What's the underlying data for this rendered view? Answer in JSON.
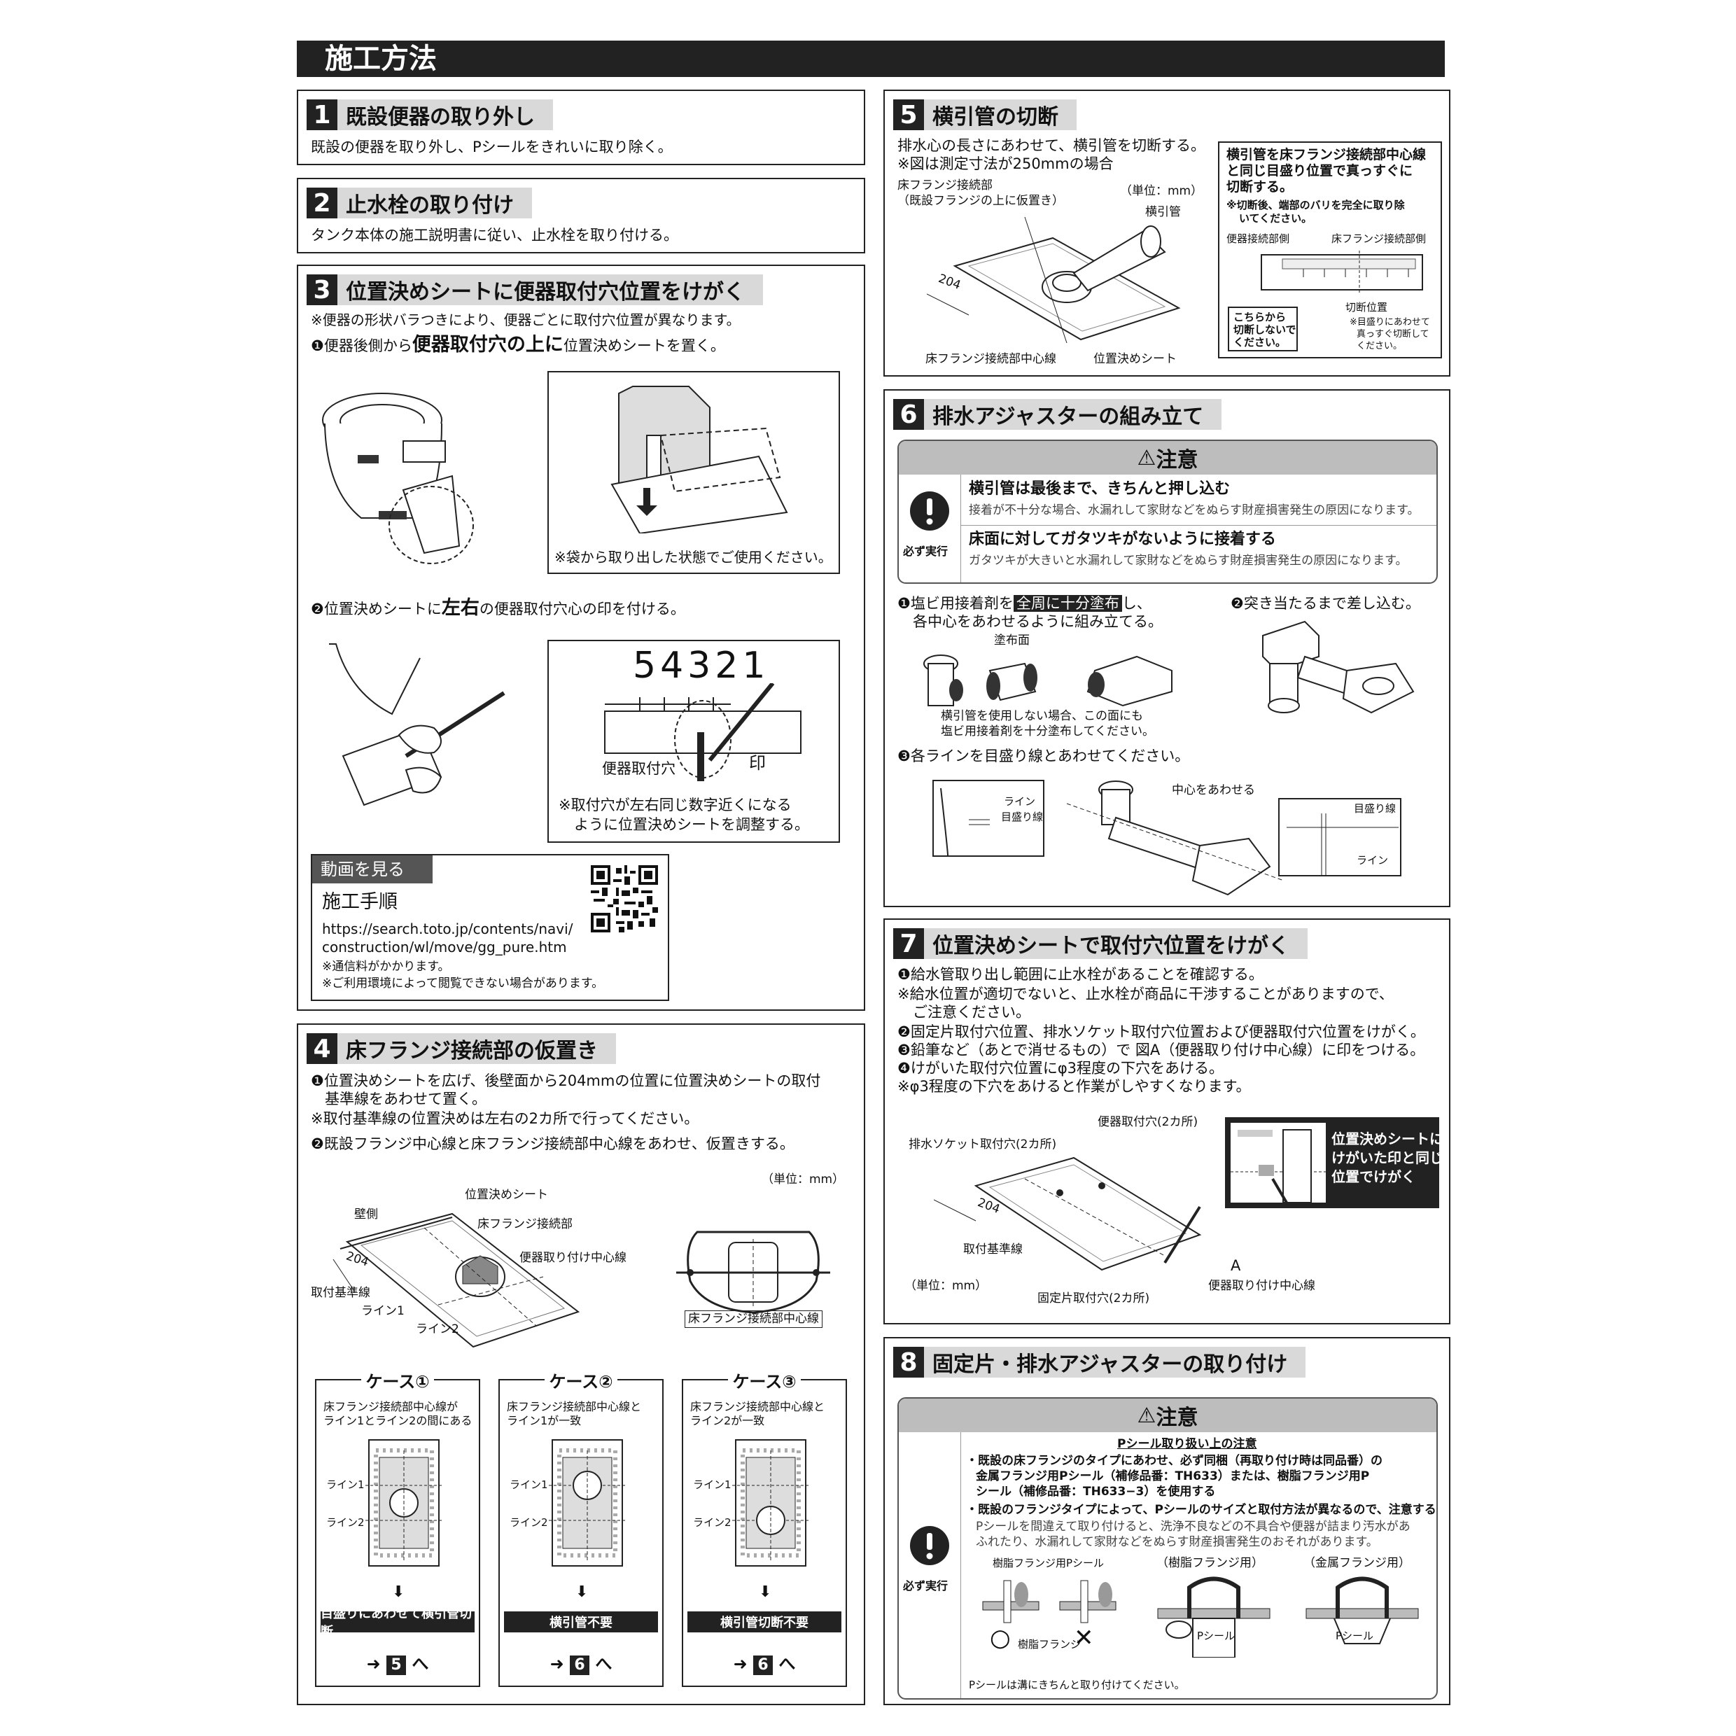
{
  "page_title": "施工方法",
  "s1": {
    "num": "1",
    "title": "既設便器の取り外し",
    "text": "既設の便器を取り外し、Pシールをきれいに取り除く。"
  },
  "s2": {
    "num": "2",
    "title": "止水栓の取り付け",
    "text": "タンク本体の施工説明書に従い、止水栓を取り付ける。"
  },
  "s3": {
    "num": "3",
    "title": "位置決めシートに便器取付穴位置をけがく",
    "note": "※便器の形状バラつきにより、便器ごとに取付穴位置が異なります。",
    "step1_pre": "❶便器後側から",
    "step1_bold": "便器取付穴の上に",
    "step1_post": "位置決めシートを置く。",
    "fig1_caption": "※袋から取り出した状態でご使用ください。",
    "step2_pre": "❷位置決めシートに",
    "step2_bold": "左右",
    "step2_post": "の便器取付穴心の印を付ける。",
    "fig2_numbers": "54321",
    "fig2_hole": "便器取付穴",
    "fig2_mark": "印",
    "fig2_note1": "※取付穴が左右同じ数字近くになる",
    "fig2_note2": "ように位置決めシートを調整する。",
    "video_header": "動画を見る",
    "video_title": "施工手順",
    "video_url1": "https://search.toto.jp/contents/navi/",
    "video_url2": "construction/wl/move/gg_pure.htm",
    "video_note1": "※通信料がかかります。",
    "video_note2": "※ご利用環境によって閲覧できない場合があります。"
  },
  "s4": {
    "num": "4",
    "title": "床フランジ接続部の仮置き",
    "step1a": "❶位置決めシートを広げ、後壁面から204mmの位置に位置決めシートの取付",
    "step1b": "基準線をあわせて置く。",
    "note": "※取付基準線の位置決めは左右の2カ所で行ってください。",
    "step2": "❷既設フランジ中心線と床フランジ接続部中心線をあわせ、仮置きする。",
    "unit": "（単位：mm）",
    "labels": {
      "sheet": "位置決めシート",
      "wall": "壁側",
      "flange": "床フランジ接続部",
      "dim": "204",
      "center": "便器取り付け中心線",
      "base": "取付基準線",
      "line1": "ライン1",
      "line2": "ライン2",
      "flange_center": "床フランジ接続部中心線"
    },
    "cases": [
      {
        "label": "ケース①",
        "desc1": "床フランジ接続部中心線が",
        "desc2": "ライン1とライン2の間にある",
        "line1": "ライン1",
        "line2": "ライン2",
        "action": "目盛りにあわせて横引管切断",
        "goto": "5",
        "suffix": "へ"
      },
      {
        "label": "ケース②",
        "desc1": "床フランジ接続部中心線と",
        "desc2": "ライン1が一致",
        "line1": "ライン1",
        "line2": "ライン2",
        "action": "横引管不要",
        "goto": "6",
        "suffix": "へ"
      },
      {
        "label": "ケース③",
        "desc1": "床フランジ接続部中心線と",
        "desc2": "ライン2が一致",
        "line1": "ライン1",
        "line2": "ライン2",
        "action": "横引管切断不要",
        "goto": "6",
        "suffix": "へ"
      }
    ]
  },
  "s5": {
    "num": "5",
    "title": "横引管の切断",
    "text1": "排水心の長さにあわせて、横引管を切断する。",
    "text2": "※図は測定寸法が250mmの場合",
    "label_flange1": "床フランジ接続部",
    "label_flange2": "（既設フランジの上に仮置き）",
    "unit": "（単位：mm）",
    "label_pipe": "横引管",
    "dim": "204",
    "label_center": "床フランジ接続部中心線",
    "label_sheet": "位置決めシート",
    "inset1": "横引管を床フランジ接続部中心線",
    "inset2": "と同じ目盛り位置で真っすぐに",
    "inset3": "切断する。",
    "inset_note1": "※切断後、端部のバリを完全に取り除",
    "inset_note2": "いてください。",
    "inset_left": "便器接続部側",
    "inset_right": "床フランジ接続部側",
    "inset_box1": "こちらから",
    "inset_box2": "切断しないで",
    "inset_box3": "ください。",
    "cut_label": "切断位置",
    "cut_note1": "※目盛りにあわせて",
    "cut_note2": "真っすぐ切断して",
    "cut_note3": "ください。"
  },
  "s6": {
    "num": "6",
    "title": "排水アジャスターの組み立て",
    "caution_title": "注意",
    "must": "必ず実行",
    "c1_bold": "横引管は最後まで、きちんと押し込む",
    "c1_text": "接着が不十分な場合、水漏れして家財などをぬらす財産損害発生の原因になります。",
    "c2_bold": "床面に対してガタツキがないように接着する",
    "c2_text": "ガタツキが大きいと水漏れして家財などをぬらす財産損害発生の原因になります。",
    "step1_pre": "❶塩ビ用接着剤を",
    "step1_hl": "全周に十分塗布",
    "step1_post": "し、",
    "step1b": "各中心をあわせるように組み立てる。",
    "label_coat": "塗布面",
    "note1": "横引管を使用しない場合、この面にも",
    "note2": "塩ビ用接着剤を十分塗布してください。",
    "step2": "❷突き当たるまで差し込む。",
    "step3": "❸各ラインを目盛り線とあわせてください。",
    "label_line": "ライン",
    "label_scale": "目盛り線",
    "label_center": "中心をあわせる"
  },
  "s7": {
    "num": "7",
    "title": "位置決めシートで取付穴位置をけがく",
    "l1": "❶給水管取り出し範囲に止水栓があることを確認する。",
    "l2": "※給水位置が適切でないと、止水栓が商品に干渉することがありますので、",
    "l3": "ご注意ください。",
    "l4": "❷固定片取付穴位置、排水ソケット取付穴位置および便器取付穴位置をけがく。",
    "l5": "❸鉛筆など（あとで消せるもの）で 図A（便器取り付け中心線）に印をつける。",
    "l6": "❹けがいた取付穴位置にφ3程度の下穴をあける。",
    "l7": "※φ3程度の下穴をあけると作業がしやすくなります。",
    "label_hole": "便器取付穴(2カ所)",
    "label_socket": "排水ソケット取付穴(2カ所)",
    "dim": "204",
    "label_base": "取付基準線",
    "label_A": "A",
    "label_center": "便器取り付け中心線",
    "unit": "（単位：mm）",
    "label_fix": "固定片取付穴(2カ所)",
    "inset1": "位置決めシートに",
    "inset2": "けがいた印と同じ",
    "inset3": "位置でけがく"
  },
  "s8": {
    "num": "8",
    "title": "固定片・排水アジャスターの取り付け",
    "caution_title": "注意",
    "must": "必ず実行",
    "sub": "Pシール取り扱い上の注意",
    "b1a": "・既設の床フランジのタイプにあわせ、必ず同梱（再取り付け時は同品番）の",
    "b1b": "金属フランジ用Pシール（補修品番：TH633）または、樹脂フランジ用P",
    "b1c": "シール（補修品番：TH633−3）を使用する",
    "b2": "・既設のフランジタイプによって、Pシールのサイズと取付方法が異なるので、注意する",
    "b2a": "Pシールを間違えて取り付けると、洗浄不良などの不具合や便器が詰まり汚水があ",
    "b2b": "ふれたり、水漏れして家財などをぬらす財産損害発生のおそれがあります。",
    "fig_resin_p": "樹脂フランジ用Pシール",
    "fig_resin": "（樹脂フランジ用）",
    "fig_metal": "（金属フランジ用）",
    "fig_resin_flange": "樹脂フランジ",
    "fig_pseal": "Pシール",
    "fig_pseal2": "Pシール",
    "fig_ok": "○",
    "fig_ng": "✕",
    "fig_note": "Pシールは溝にきちんと取り付けてください。"
  }
}
